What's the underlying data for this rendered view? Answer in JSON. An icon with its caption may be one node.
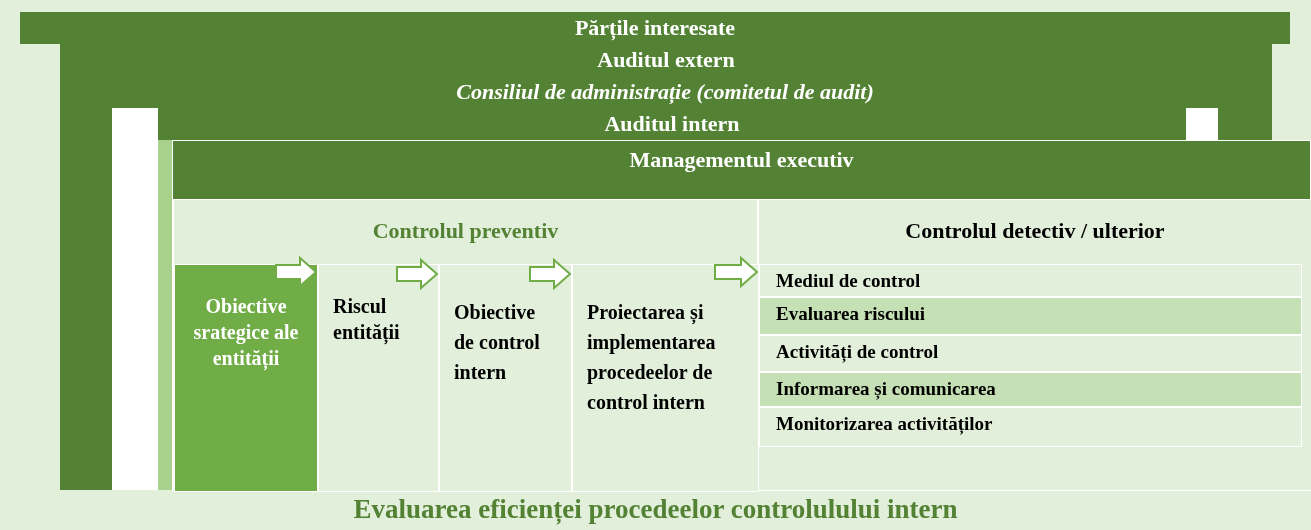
{
  "diagram": {
    "caption": "Evaluarea eficienței procedeelor controlulului intern",
    "nodes": [
      {
        "text": [
          "Părțile interesate"
        ]
      },
      {
        "text": [
          "Auditul extern"
        ]
      },
      {
        "text": [
          "Consiliul de administrație (comitetul de audit)"
        ]
      },
      {
        "text": [
          "Auditul intern"
        ]
      },
      {
        "text": [
          "Managementul executiv"
        ]
      },
      {
        "text": [
          "Controlul preventiv"
        ],
        "in": 4
      },
      {
        "text": [
          "Controlul detectiv / ulterior"
        ],
        "in": 4
      },
      {
        "text": [
          "Obiective srategice ale entității"
        ],
        "in": 5
      },
      {
        "text": [
          "Riscul entității"
        ],
        "in": 5
      },
      {
        "text": [
          "Obiective de control intern"
        ],
        "in": 5
      },
      {
        "text": [
          "Proiectarea și implementarea procedeelor de control intern"
        ],
        "in": 5
      },
      {
        "text": [
          "Mediul de control"
        ],
        "in": 6
      },
      {
        "text": [
          "Evaluarea riscului"
        ],
        "in": 6
      },
      {
        "text": [
          "Activități de control"
        ],
        "in": 6
      },
      {
        "text": [
          "Informarea și comunicarea"
        ],
        "in": 6
      },
      {
        "text": [
          "Monitorizarea activităților"
        ],
        "in": 6
      }
    ],
    "edges": [
      {
        "from": 7,
        "to": 8,
        "arrow": "to"
      },
      {
        "from": 8,
        "to": 9,
        "arrow": "to"
      },
      {
        "from": 9,
        "to": 10,
        "arrow": "to"
      },
      {
        "from": 10,
        "to": 6,
        "arrow": "to"
      }
    ]
  }
}
